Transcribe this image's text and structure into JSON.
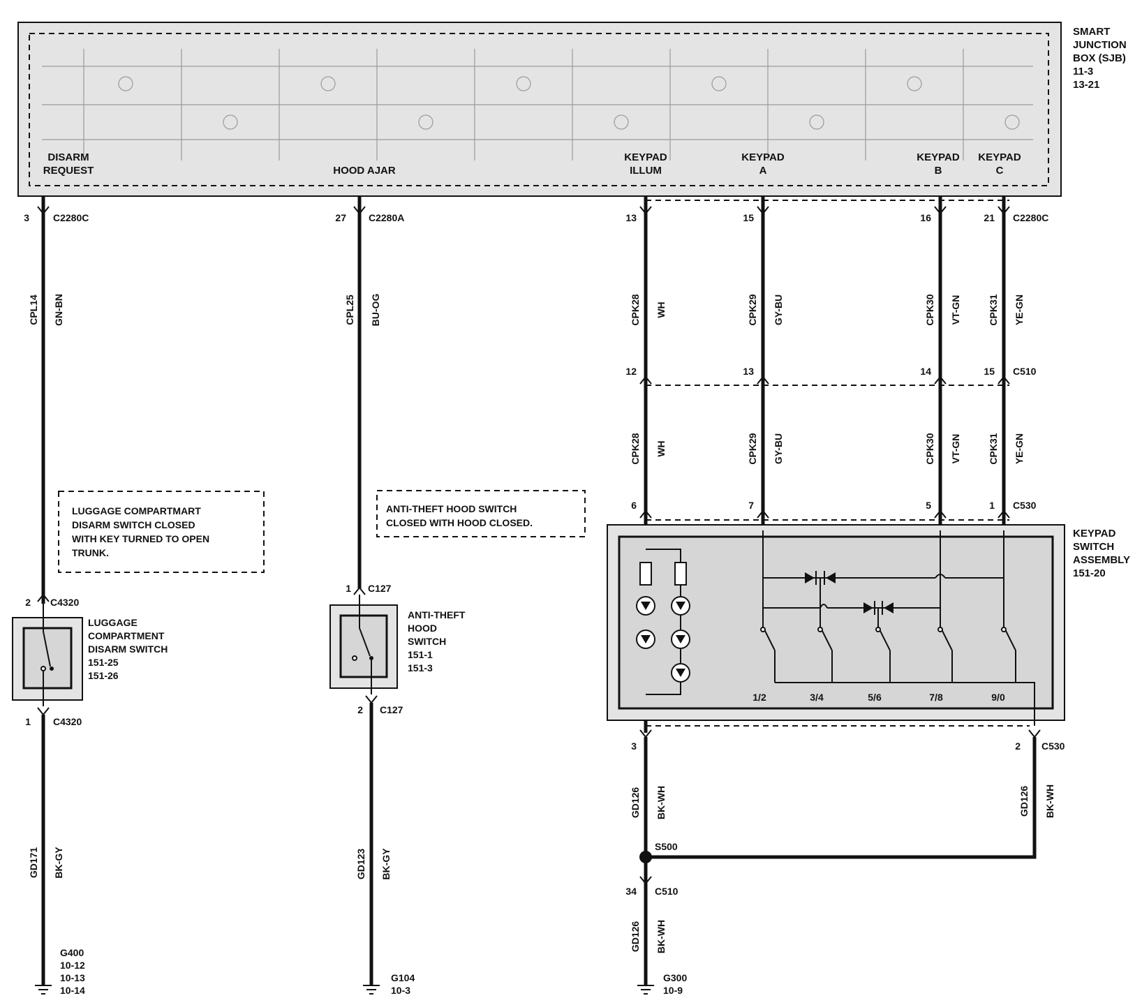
{
  "sjb": {
    "title_lines": [
      "SMART",
      "JUNCTION",
      "BOX (SJB)",
      "11-3",
      "13-21"
    ],
    "pins": {
      "disarm": [
        "DISARM",
        "REQUEST"
      ],
      "hood": [
        "HOOD AJAR"
      ],
      "illum": [
        "KEYPAD",
        "ILLUM"
      ],
      "a": [
        "KEYPAD",
        "A"
      ],
      "b": [
        "KEYPAD",
        "B"
      ],
      "c": [
        "KEYPAD",
        "C"
      ]
    }
  },
  "circuits": {
    "disarm": {
      "pin_top": "3",
      "conn_top": "C2280C",
      "circuit": "CPL14",
      "color": "GN-BN",
      "note": [
        "LUGGAGE COMPARTMART",
        "DISARM SWITCH CLOSED",
        "WITH KEY TURNED TO OPEN",
        "TRUNK."
      ],
      "sw_pin_top": "2",
      "sw_conn_top": "C4320",
      "sw_name": [
        "LUGGAGE",
        "COMPARTMENT",
        "DISARM SWITCH",
        "151-25",
        "151-26"
      ],
      "sw_pin_bot": "1",
      "sw_conn_bot": "C4320",
      "gnd_circuit": "GD171",
      "gnd_color": "BK-GY",
      "ground": [
        "G400",
        "10-12",
        "10-13",
        "10-14"
      ]
    },
    "hood": {
      "pin_top": "27",
      "conn_top": "C2280A",
      "circuit": "CPL25",
      "color": "BU-OG",
      "note": [
        "ANTI-THEFT HOOD SWITCH",
        "CLOSED WITH HOOD CLOSED."
      ],
      "sw_pin_top": "1",
      "sw_conn_top": "C127",
      "sw_name": [
        "ANTI-THEFT",
        "HOOD",
        "SWITCH",
        "151-1",
        "151-3"
      ],
      "sw_pin_bot": "2",
      "sw_conn_bot": "C127",
      "gnd_circuit": "GD123",
      "gnd_color": "BK-GY",
      "ground": [
        "G104",
        "10-3"
      ]
    },
    "keypad": {
      "top_pins": [
        "13",
        "15",
        "16",
        "21"
      ],
      "top_conn": "C2280C",
      "circuits": [
        "CPK28",
        "CPK29",
        "CPK30",
        "CPK31"
      ],
      "colors": [
        "WH",
        "GY-BU",
        "VT-GN",
        "YE-GN"
      ],
      "mid_pins": [
        "12",
        "13",
        "14",
        "15"
      ],
      "mid_conn": "C510",
      "low_pins": [
        "6",
        "7",
        "5",
        "1"
      ],
      "low_conn": "C530",
      "assembly": [
        "KEYPAD",
        "SWITCH",
        "ASSEMBLY",
        "151-20"
      ],
      "key_labels": [
        "1/2",
        "3/4",
        "5/6",
        "7/8",
        "9/0"
      ],
      "out_left_pin": "3",
      "out_right_pin": "2",
      "out_conn": "C530",
      "gnd_circuit": "GD126",
      "gnd_color": "BK-WH",
      "splice": "S500",
      "c510_pin": "34",
      "c510_conn": "C510",
      "ground": [
        "G300",
        "10-9"
      ]
    }
  }
}
